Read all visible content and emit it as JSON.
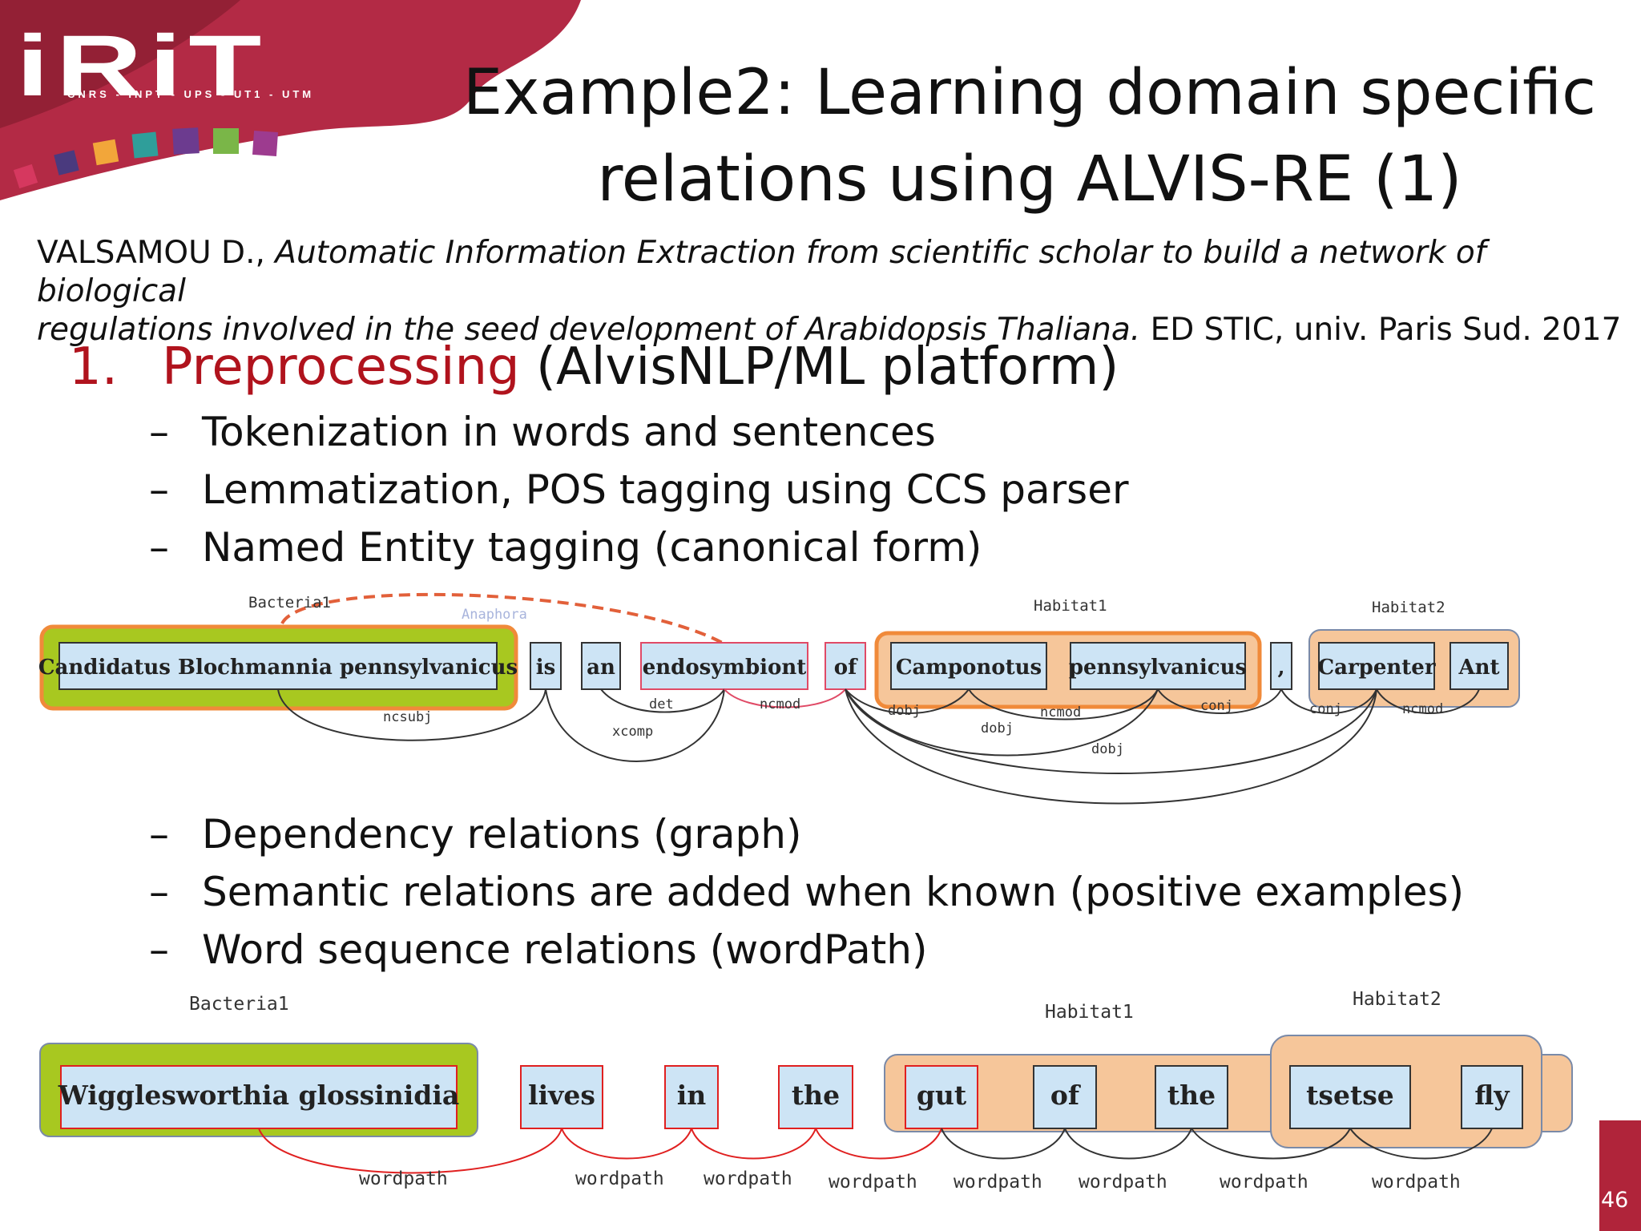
{
  "logo": {
    "word": "iRiT",
    "subtitle": "CNRS - INPT - UPS - UT1 - UTM",
    "square_colors": [
      "#d6385f",
      "#4a3a7e",
      "#f2a63a",
      "#2f9e9a",
      "#6c3b8f",
      "#7ab648",
      "#9d3b8f"
    ]
  },
  "title": {
    "line1": "Example2: Learning domain specific",
    "line2": "relations using ALVIS-RE (1)"
  },
  "citation": {
    "author": "VALSAMOU D.,",
    "work_line1": "Automatic Information Extraction from scientific scholar to build a network of biological",
    "work_line2": "regulations involved in the seed development of Arabidopsis Thaliana.",
    "source": "ED STIC, univ. Paris Sud. 2017"
  },
  "step": {
    "number": "1.",
    "highlight": "Preprocessing",
    "rest": "(AlvisNLP/ML platform)"
  },
  "bullets_top": [
    "Tokenization in words and sentences",
    "Lemmatization, POS tagging using CCS parser",
    "Named Entity tagging (canonical form)"
  ],
  "bullets_bottom": [
    "Dependency relations (graph)",
    "Semantic relations are added when known (positive examples)",
    "Word sequence relations (wordPath)"
  ],
  "bullet_dash": "–",
  "diagram1": {
    "entity_labels": {
      "bacteria": "Bacteria1",
      "anaphora": "Anaphora",
      "habitat1": "Habitat1",
      "habitat2": "Habitat2"
    },
    "tokens": [
      "Candidatus Blochmannia pennsylvanicus",
      "is",
      "an",
      "endosymbiont",
      "of",
      "Camponotus",
      "pennsylvanicus",
      ",",
      "Carpenter",
      "Ant"
    ],
    "arc_labels": [
      "ncsubj",
      "xcomp",
      "det",
      "ncmod",
      "dobj",
      "dobj",
      "ncmod",
      "dobj",
      "conj",
      "conj",
      "ncmod"
    ]
  },
  "diagram2": {
    "entity_labels": {
      "bacteria": "Bacteria1",
      "habitat1": "Habitat1",
      "habitat2": "Habitat2"
    },
    "tokens": [
      "Wigglesworthia glossinidia",
      "lives",
      "in",
      "the",
      "gut",
      "of",
      "the",
      "tsetse",
      "fly"
    ],
    "arc_labels": [
      "wordpath",
      "wordpath",
      "wordpath",
      "wordpath",
      "wordpath",
      "wordpath",
      "wordpath",
      "wordpath"
    ]
  },
  "colors": {
    "accent_red": "#b0131d",
    "entity_green": "#a8c820",
    "entity_orange": "#f6c69a",
    "token_blue": "#cde4f5"
  },
  "footer": {
    "page": "46"
  }
}
